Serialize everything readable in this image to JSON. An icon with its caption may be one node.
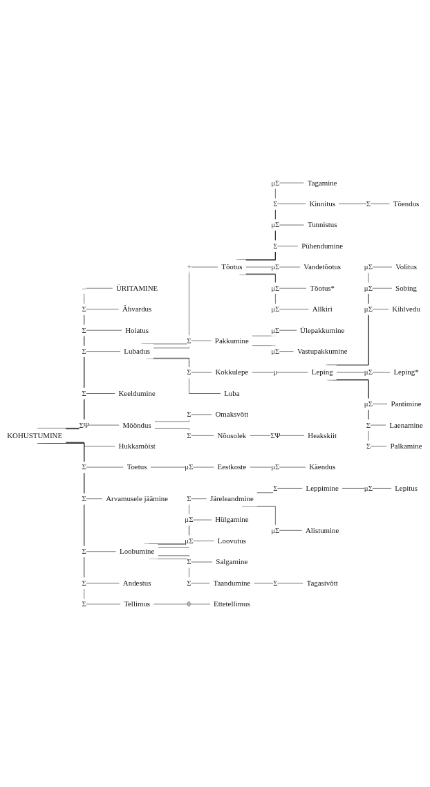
{
  "diagram": {
    "nodes": [
      {
        "text": [
          "Volitus"
        ]
      },
      {
        "text": [
          "Sobing"
        ]
      },
      {
        "text": [
          "Kihlvedu"
        ]
      },
      {
        "text": [
          "Leping*"
        ]
      },
      {
        "text": [
          "Leping"
        ]
      },
      {
        "text": [
          "Pantimine"
        ]
      },
      {
        "text": [
          "Laenamine"
        ]
      },
      {
        "text": [
          "Palkamine"
        ]
      },
      {
        "text": [
          "Kokkulepe"
        ]
      },
      {
        "text": [
          "Luba"
        ]
      },
      {
        "text": [
          "Heakskiit"
        ]
      },
      {
        "text": [
          "Nõusolek"
        ]
      },
      {
        "text": [
          "Omaksvõtt"
        ]
      },
      {
        "text": [
          "Mööndus"
        ]
      },
      {
        "text": [
          "Hukkamõist"
        ]
      },
      {
        "text": [
          "Käendus"
        ]
      },
      {
        "text": [
          "Eestkoste"
        ]
      },
      {
        "text": [
          "Toetus"
        ]
      },
      {
        "text": [
          "Keeldumine"
        ]
      },
      {
        "text": [
          "Vastupakkumine"
        ]
      },
      {
        "text": [
          "Ülepakkumine"
        ]
      },
      {
        "text": [
          "Pakkumine"
        ]
      },
      {
        "text": [
          "Tõotus"
        ]
      },
      {
        "text": [
          "Lubadus"
        ]
      },
      {
        "text": [
          "Ähvardus"
        ]
      },
      {
        "text": [
          "Hoiatus"
        ]
      },
      {
        "text": [
          "KOHUSTUMINE"
        ]
      },
      {
        "text": [
          "ÜRITAMINE"
        ]
      },
      {
        "text": [
          "Tagamine"
        ]
      },
      {
        "text": [
          "Tõendus"
        ]
      },
      {
        "text": [
          "Kinnitus"
        ]
      },
      {
        "text": [
          "Tunnistus"
        ]
      },
      {
        "text": [
          "Pühendumine"
        ]
      },
      {
        "text": [
          "Vandetõotus"
        ]
      },
      {
        "text": [
          "Tõotus*"
        ]
      },
      {
        "text": [
          "Allkiri"
        ]
      },
      {
        "text": [
          "Arvamusele jäämine"
        ]
      },
      {
        "text": [
          "Tellimus"
        ]
      },
      {
        "text": [
          "Loobumine"
        ]
      },
      {
        "text": [
          "Lepitus"
        ]
      },
      {
        "text": [
          "Leppimine"
        ]
      },
      {
        "text": [
          "Alistumine"
        ]
      },
      {
        "text": [
          "Järeleandmine"
        ]
      },
      {
        "text": [
          "Hülgamine"
        ]
      },
      {
        "text": [
          "Loovutus"
        ]
      },
      {
        "text": [
          "Salgamine"
        ]
      },
      {
        "text": [
          "Taandumine"
        ]
      },
      {
        "text": [
          "Tagasivõtt"
        ]
      },
      {
        "text": [
          "Andestus"
        ]
      },
      {
        "text": [
          "Ettetellimus"
        ]
      }
    ],
    "edges": [
      {
        "from": 26,
        "to": 27,
        "arrow": "none",
        "label": "–"
      },
      {
        "from": 26,
        "to": 24,
        "arrow": "none",
        "label": "Σ"
      },
      {
        "from": 26,
        "to": 25,
        "arrow": "none",
        "label": "Σ"
      },
      {
        "from": 26,
        "to": 23,
        "arrow": "none",
        "label": "Σ"
      },
      {
        "from": 26,
        "to": 18,
        "arrow": "none",
        "label": "Σ"
      },
      {
        "from": 26,
        "to": 13,
        "arrow": "none",
        "label": "ΣΨ"
      },
      {
        "from": 26,
        "to": 14,
        "arrow": "none"
      },
      {
        "from": 26,
        "to": 17,
        "arrow": "none",
        "label": "Σ"
      },
      {
        "from": 26,
        "to": 36,
        "arrow": "none",
        "label": "Σ"
      },
      {
        "from": 26,
        "to": 38,
        "arrow": "none",
        "label": "Σ"
      },
      {
        "from": 26,
        "to": 48,
        "arrow": "none",
        "label": "Σ"
      },
      {
        "from": 26,
        "to": 37,
        "arrow": "none",
        "label": "Σ"
      },
      {
        "from": 23,
        "to": 22,
        "arrow": "none",
        "label": "+"
      },
      {
        "from": 23,
        "to": 21,
        "arrow": "none",
        "label": "Σ"
      },
      {
        "from": 23,
        "to": 8,
        "arrow": "none",
        "label": "Σ"
      },
      {
        "from": 23,
        "to": 9,
        "arrow": "none"
      },
      {
        "from": 8,
        "to": 4,
        "arrow": "none",
        "label": "μ"
      },
      {
        "from": 4,
        "to": 0,
        "arrow": "none",
        "label": "μΣ"
      },
      {
        "from": 4,
        "to": 1,
        "arrow": "none",
        "label": "μΣ"
      },
      {
        "from": 4,
        "to": 2,
        "arrow": "none",
        "label": "μΣ"
      },
      {
        "from": 4,
        "to": 3,
        "arrow": "none",
        "label": "μΣ"
      },
      {
        "from": 4,
        "to": 5,
        "arrow": "none",
        "label": "μΣ"
      },
      {
        "from": 4,
        "to": 6,
        "arrow": "none",
        "label": "Σ"
      },
      {
        "from": 4,
        "to": 7,
        "arrow": "none",
        "label": "Σ"
      },
      {
        "from": 13,
        "to": 12,
        "arrow": "none",
        "label": "Σ"
      },
      {
        "from": 13,
        "to": 11,
        "arrow": "none",
        "label": "Σ"
      },
      {
        "from": 11,
        "to": 10,
        "arrow": "none",
        "label": "ΣΨ"
      },
      {
        "from": 17,
        "to": 16,
        "arrow": "none",
        "label": "μΣ"
      },
      {
        "from": 16,
        "to": 15,
        "arrow": "none",
        "label": "μΣ"
      },
      {
        "from": 21,
        "to": 20,
        "arrow": "none",
        "label": "μΣ"
      },
      {
        "from": 21,
        "to": 19,
        "arrow": "none",
        "label": "μΣ"
      },
      {
        "from": 22,
        "to": 28,
        "arrow": "none",
        "label": "μΣ"
      },
      {
        "from": 22,
        "to": 30,
        "arrow": "none",
        "label": "Σ"
      },
      {
        "from": 30,
        "to": 29,
        "arrow": "none",
        "label": "Σ"
      },
      {
        "from": 22,
        "to": 31,
        "arrow": "none",
        "label": "μΣ"
      },
      {
        "from": 22,
        "to": 32,
        "arrow": "none",
        "label": "Σ"
      },
      {
        "from": 22,
        "to": 33,
        "arrow": "none",
        "label": "μΣ"
      },
      {
        "from": 22,
        "to": 34,
        "arrow": "none",
        "label": "μΣ"
      },
      {
        "from": 22,
        "to": 35,
        "arrow": "none",
        "label": "μΣ"
      },
      {
        "from": 38,
        "to": 42,
        "arrow": "none",
        "label": "Σ"
      },
      {
        "from": 42,
        "to": 40,
        "arrow": "none",
        "label": "Σ"
      },
      {
        "from": 40,
        "to": 39,
        "arrow": "none",
        "label": "μΣ"
      },
      {
        "from": 42,
        "to": 41,
        "arrow": "none",
        "label": "μΣ"
      },
      {
        "from": 38,
        "to": 43,
        "arrow": "none",
        "label": "μΣ"
      },
      {
        "from": 38,
        "to": 44,
        "arrow": "none",
        "label": "μΣ"
      },
      {
        "from": 38,
        "to": 45,
        "arrow": "none",
        "label": "Σ"
      },
      {
        "from": 38,
        "to": 46,
        "arrow": "none",
        "label": "Σ"
      },
      {
        "from": 46,
        "to": 47,
        "arrow": "none",
        "label": "Σ"
      },
      {
        "from": 37,
        "to": 49,
        "arrow": "none",
        "label": "θ"
      }
    ]
  }
}
